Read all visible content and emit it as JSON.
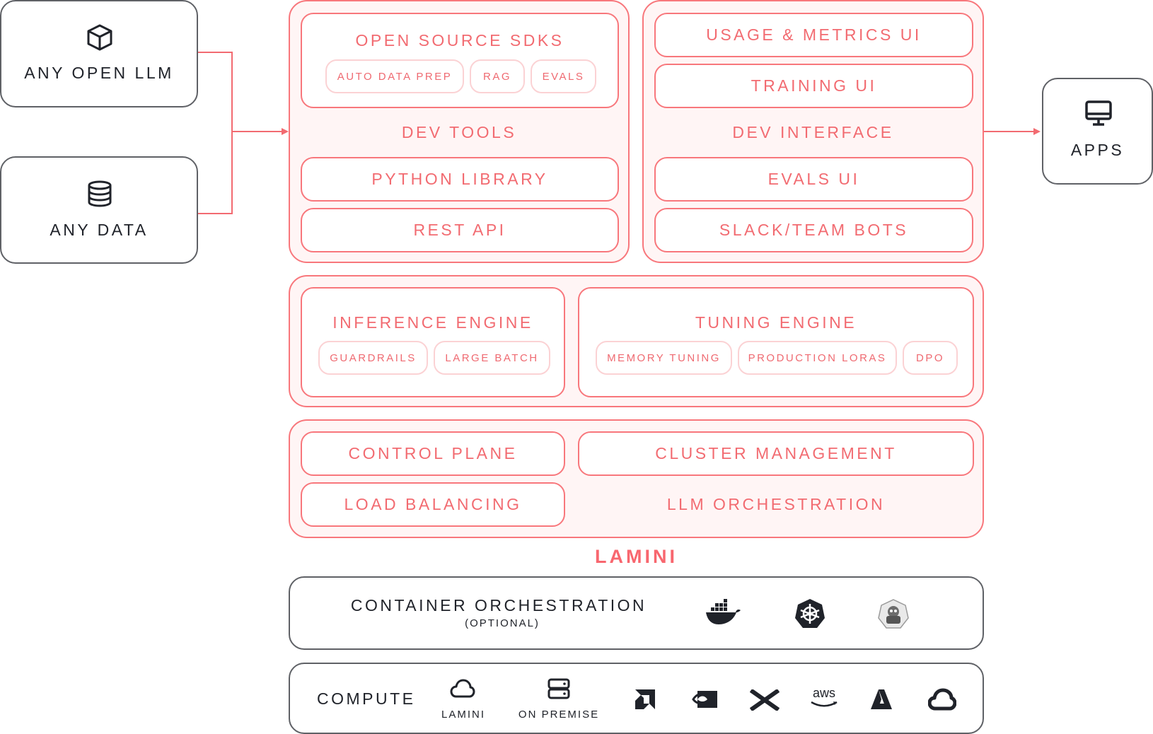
{
  "inputs": {
    "llm_label": "ANY OPEN LLM",
    "llm_icon": "cube-icon",
    "data_label": "ANY DATA",
    "data_icon": "database-icon"
  },
  "outputs": {
    "apps_label": "APPS",
    "apps_icon": "monitor-icon"
  },
  "dev_tools": {
    "sdk_title": "OPEN SOURCE SDKS",
    "sdk_chips": [
      "AUTO DATA PREP",
      "RAG",
      "EVALS"
    ],
    "section_label": "DEV TOOLS",
    "python_library": "PYTHON LIBRARY",
    "rest_api": "REST API"
  },
  "dev_interface": {
    "usage_metrics": "USAGE & METRICS UI",
    "training_ui": "TRAINING UI",
    "section_label": "DEV INTERFACE",
    "evals_ui": "EVALS UI",
    "slack_bots": "SLACK/TEAM BOTS"
  },
  "engines": {
    "inference_title": "INFERENCE ENGINE",
    "inference_chips": [
      "GUARDRAILS",
      "LARGE BATCH"
    ],
    "tuning_title": "TUNING ENGINE",
    "tuning_chips": [
      "MEMORY TUNING",
      "PRODUCTION LORAS",
      "DPO"
    ]
  },
  "orchestration": {
    "control_plane": "CONTROL PLANE",
    "cluster_management": "CLUSTER MANAGEMENT",
    "load_balancing": "LOAD BALANCING",
    "llm_orchestration": "LLM ORCHESTRATION"
  },
  "brand": "LAMINI",
  "container": {
    "title": "CONTAINER ORCHESTRATION",
    "subtitle": "(OPTIONAL)",
    "logos": [
      "docker-logo",
      "kubernetes-logo",
      "slurm-logo"
    ]
  },
  "compute": {
    "title": "COMPUTE",
    "lamini_label": "LAMINI",
    "on_premise_label": "ON PREMISE",
    "logos": [
      "amd-logo",
      "nvidia-logo",
      "xai-logo",
      "aws-logo",
      "azure-logo",
      "google-cloud-logo"
    ]
  },
  "colors": {
    "accent": "#f26b71",
    "accent_border": "#f8777c",
    "panel_bg": "#fff5f5",
    "chip_border": "#fbd2d4",
    "dark": "#20232a"
  }
}
